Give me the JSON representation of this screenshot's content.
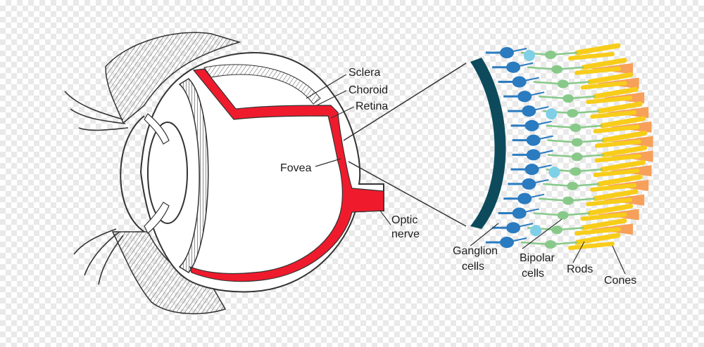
{
  "colors": {
    "retina_red": "#ef1b2d",
    "dark_teal": "#0d4b5c",
    "ganglion_blue": "#2a7bc0",
    "amacrine_cyan": "#7fd0e6",
    "bipolar_green": "#88c98a",
    "rod_yellow": "#f7cd1a",
    "cone_orange": "#f7a05a",
    "outline": "#333333"
  },
  "labels": {
    "sclera": "Sclera",
    "choroid": "Choroid",
    "retina": "Retina",
    "fovea": "Fovea",
    "optic_1": "Optic",
    "optic_2": "nerve",
    "ganglion_1": "Ganglion",
    "ganglion_2": "cells",
    "bipolar_1": "Bipolar",
    "bipolar_2": "cells",
    "rods": "Rods",
    "cones": "Cones"
  }
}
